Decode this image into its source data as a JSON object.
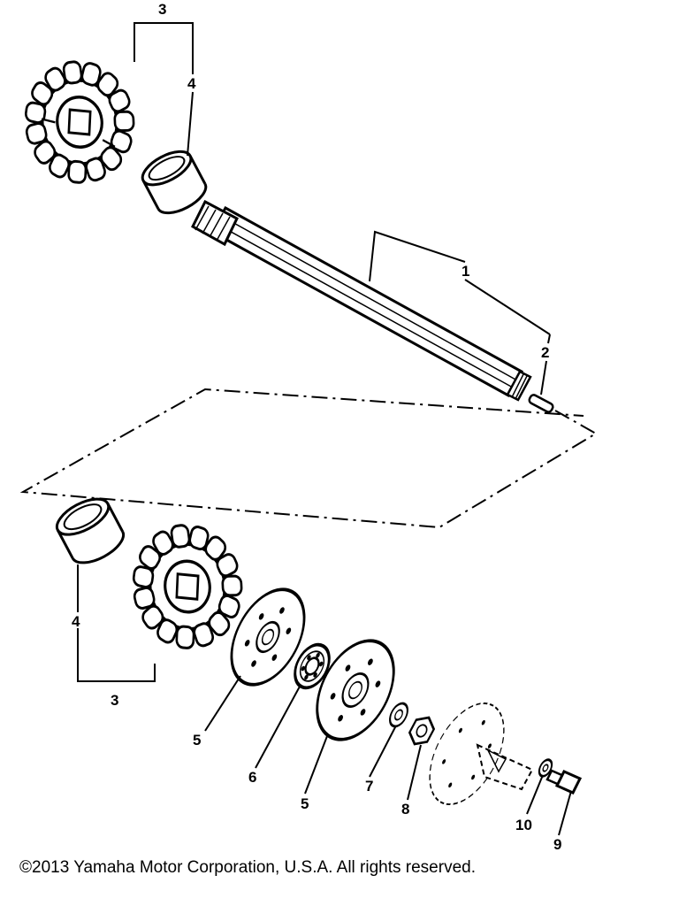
{
  "diagram": {
    "callouts": {
      "c1": "1",
      "c2": "2",
      "c3_top": "3",
      "c4_top": "4",
      "c3_bottom": "3",
      "c4_bottom": "4",
      "c5_a": "5",
      "c5_b": "5",
      "c6": "6",
      "c7": "7",
      "c8": "8",
      "c9": "9",
      "c10": "10"
    }
  },
  "footer": {
    "copyright": "©2013 Yamaha Motor Corporation, U.S.A. All rights reserved."
  }
}
